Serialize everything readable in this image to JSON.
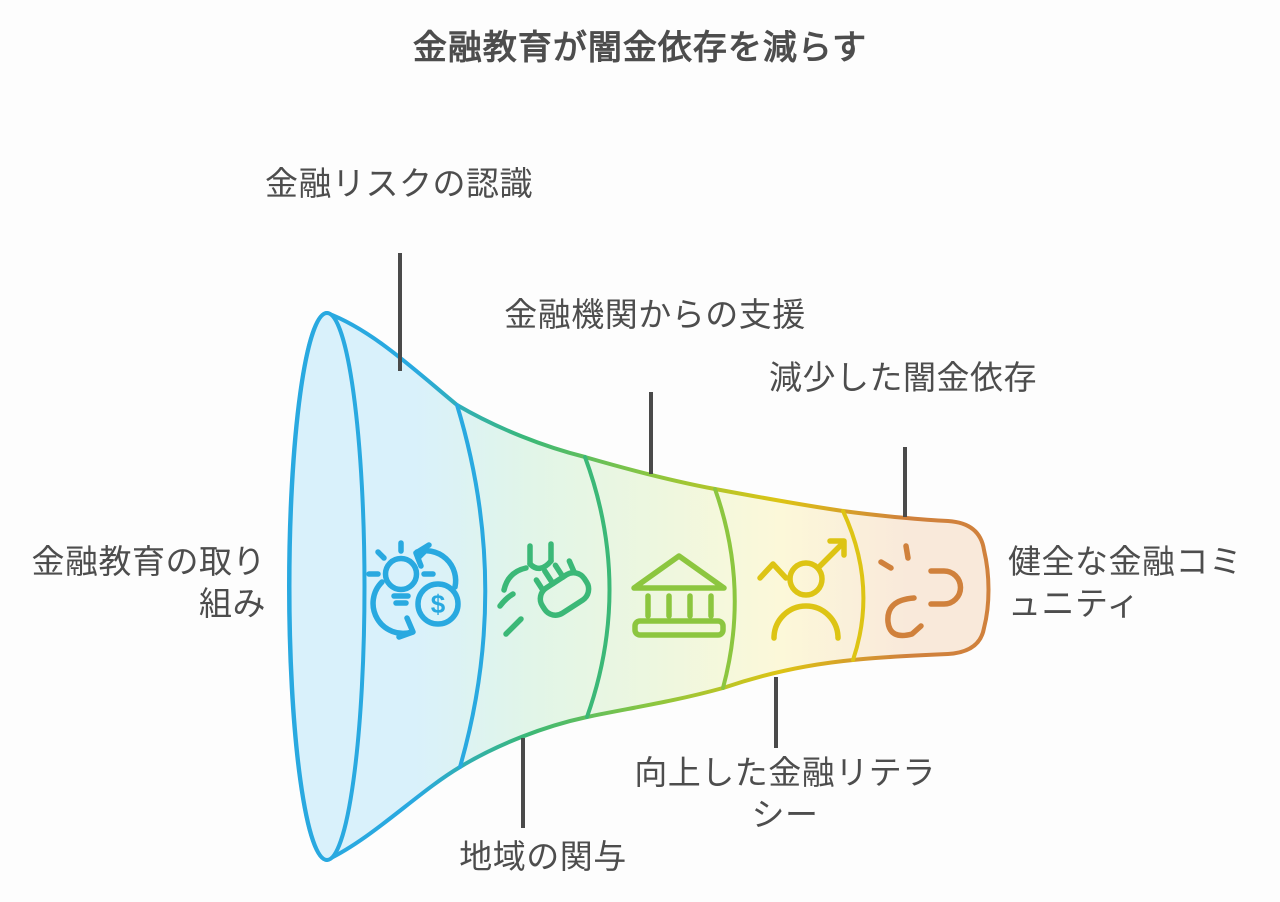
{
  "title": "金融教育が闇金依存を減らす",
  "funnel": {
    "input_label": "金融教育の取り組み",
    "output_label": "健全な金融コミュニティ",
    "stages": [
      {
        "label": "金融リスクの認識",
        "icon": "bulb-dollar-cycle-icon",
        "stroke": "#29a9e0",
        "fill": "#d9f1fb",
        "label_position": "top"
      },
      {
        "label": "地域の関与",
        "icon": "hands-together-icon",
        "stroke": "#3bb877",
        "fill": "#e1f5e8",
        "label_position": "bottom"
      },
      {
        "label": "金融機関からの支援",
        "icon": "bank-icon",
        "stroke": "#8cc63f",
        "fill": "#edf7df",
        "label_position": "top"
      },
      {
        "label": "向上した金融リテラシー",
        "icon": "person-growth-icon",
        "stroke": "#ddc414",
        "fill": "#fcf8d9",
        "label_position": "bottom"
      },
      {
        "label": "減少した闇金依存",
        "icon": "broken-link-icon",
        "stroke": "#d0813c",
        "fill": "#f9e9da",
        "label_position": "top"
      }
    ]
  },
  "colors": {
    "background": "#fdfdfd",
    "text": "#4d4d4d",
    "connector": "#4a4a4a"
  }
}
